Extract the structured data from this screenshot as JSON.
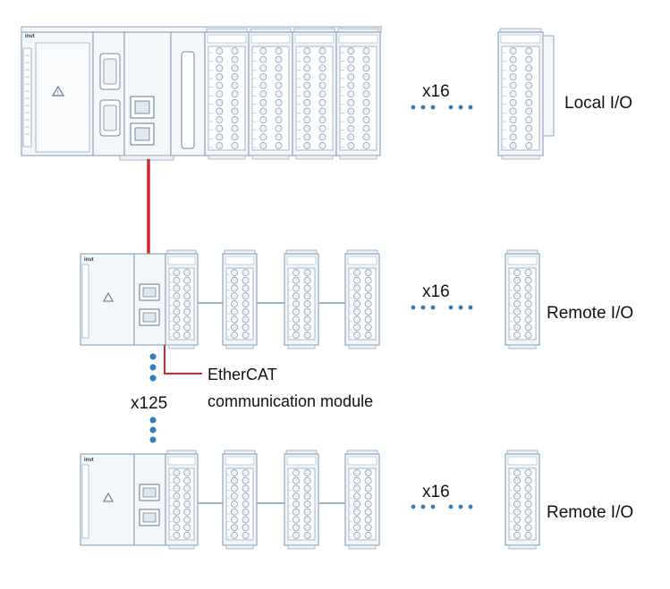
{
  "diagram": {
    "brand_text": "invt",
    "rows": [
      {
        "multiplier": "x16",
        "label": "Local I/O"
      },
      {
        "multiplier": "x16",
        "label": "Remote I/O"
      },
      {
        "multiplier": "x16",
        "label": "Remote I/O"
      }
    ],
    "station_multiplier": "x125",
    "callout_lines": [
      "EtherCAT",
      "communication module"
    ],
    "colors": {
      "outline": "#8fa6bd",
      "fill": "#f4f7fa",
      "module_fill": "#eef2f6",
      "ethercat_line": "#d7262e",
      "dots": "#2f7fbf",
      "bus": "#9fb3c6"
    }
  }
}
